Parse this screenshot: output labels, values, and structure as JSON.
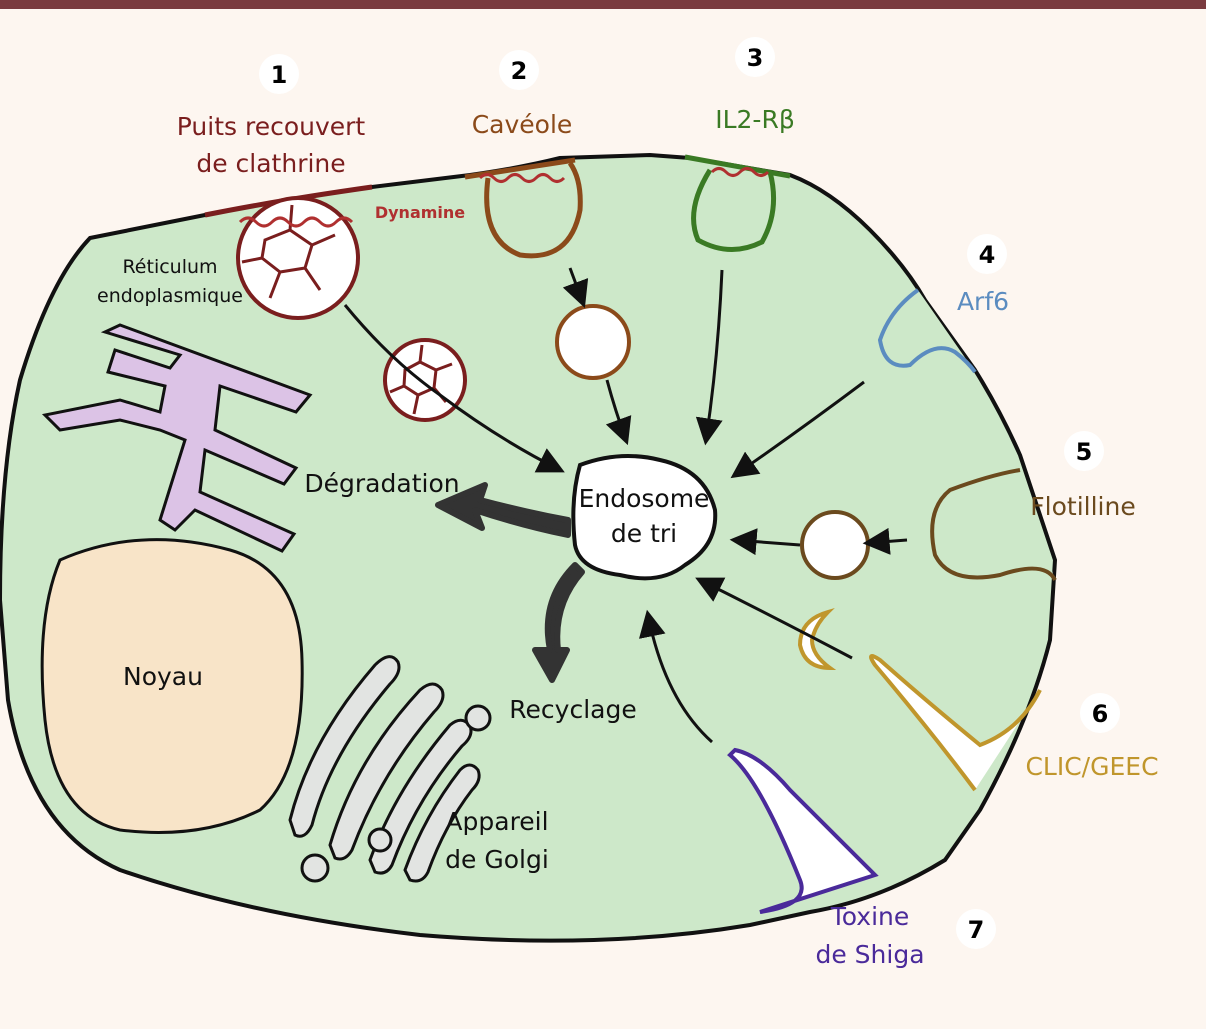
{
  "pathways": [
    {
      "number": "1",
      "label_line1": "Puits recouvert",
      "label_line2": "de clathrine",
      "color": "#7a1e1e"
    },
    {
      "number": "2",
      "label": "Cavéole",
      "color": "#8b4a1a"
    },
    {
      "number": "3",
      "label": "IL2-Rβ",
      "color": "#3a7a24"
    },
    {
      "number": "4",
      "label": "Arf6",
      "color": "#5b8cc0"
    },
    {
      "number": "5",
      "label": "Flotilline",
      "color": "#6b4a1e"
    },
    {
      "number": "6",
      "label": "CLIC/GEEC",
      "color": "#c0962c"
    },
    {
      "number": "7",
      "label_line1": "Toxine",
      "label_line2": "de Shiga",
      "color": "#4a2a9a"
    }
  ],
  "organelles": {
    "dynamine": "Dynamine",
    "reticulum_line1": "Réticulum",
    "reticulum_line2": "endoplasmique",
    "noyau": "Noyau",
    "golgi_line1": "Appareil",
    "golgi_line2": "de Golgi",
    "endosome_line1": "Endosome",
    "endosome_line2": "de tri",
    "degradation": "Dégradation",
    "recyclage": "Recyclage"
  },
  "colors": {
    "cell_fill": "#cde8c9",
    "nucleus_fill": "#f8e4c8",
    "er_fill": "#dcc3e6",
    "golgi_fill": "#e2e4e2",
    "background": "#fdf6f0",
    "top_bar": "#7a3b3f"
  }
}
